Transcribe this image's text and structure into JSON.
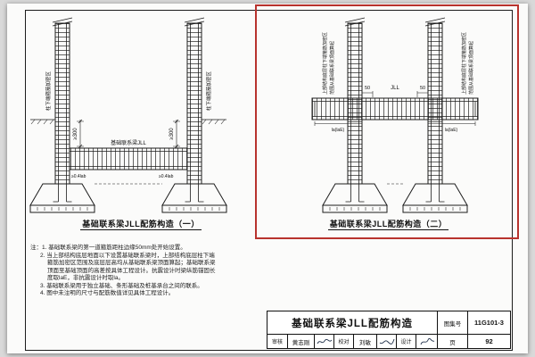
{
  "page": {
    "bg": "#d9d9d9",
    "sheet": "#fbfbfa",
    "ink": "#1c1c1c",
    "highlight_red": "#b8332e"
  },
  "diagram1": {
    "label": "基础联系梁JLL配筋构造（一）",
    "beam_tag": "基础联系梁JLL",
    "dim300": "≥300",
    "anchor_left": "≥0.4lab",
    "anchor_right": "≥0.4lab",
    "col_note_left": "柱下端箍筋加密区",
    "col_note_right": "柱下端箍筋加密区"
  },
  "diagram2": {
    "label": "基础联系梁JLL配筋构造（二）",
    "beam_tag": "JLL",
    "dim50_left": "50",
    "dim50_right": "50",
    "anchor_left": "la(laE)",
    "anchor_right": "la(laE)",
    "vnote_line1": "上部结构底层柱下端箍筋加密区",
    "vnote_line2": "范围从基础联系梁顶面算起"
  },
  "notes": {
    "lines": [
      "注：1. 基础联系梁的第一道箍筋距柱边缘50mm处开始设置。",
      "2. 当上部结构底层地面以下设置基础联系梁时，上部结构底层柱下端",
      "箍筋加密区范围及底层层高均从基础联系梁顶面算起；基础联系梁",
      "顶面至基础顶面的高差按具体工程设计。抗震设计时梁纵筋锚固长",
      "度取laE，非抗震设计时取la。",
      "3. 基础联系梁用于独立基础、条形基础及桩基承台之间的联系。",
      "4. 图中未注明的尺寸与配筋数值详见具体工程设计。"
    ]
  },
  "titleblock": {
    "title": "基础联系梁JLL配筋构造",
    "atlas_label": "图集号",
    "atlas_no": "11G101-3",
    "page_label": "页",
    "page_no": "92",
    "review_label": "审核",
    "review_name": "黄志刚",
    "check_label": "校对",
    "check_name": "刘敏",
    "design_label": "设计"
  }
}
